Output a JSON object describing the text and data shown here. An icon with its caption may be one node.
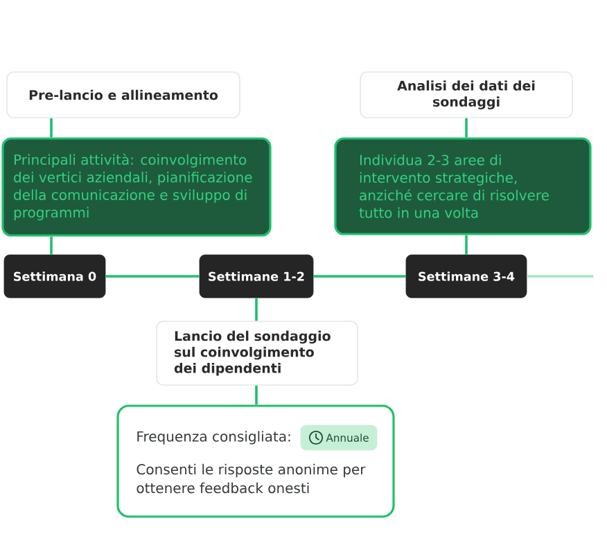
{
  "diagram": {
    "nodes": [
      {
        "text": [
          "Pre-lancio e allineamento"
        ]
      },
      {
        "text": [
          "Analisi dei dati dei sondaggi"
        ]
      },
      {
        "text": [
          "Principali attività: coinvolgimento dei vertici aziendali, pianificazione della comunicazione e sviluppo di programmi"
        ]
      },
      {
        "text": [
          "Individua 2-3 aree di intervento strategiche, anziché cercare di risolvere tutto in una volta"
        ]
      },
      {
        "text": [
          "Settimana 0"
        ]
      },
      {
        "text": [
          "Settimane 1-2"
        ]
      },
      {
        "text": [
          "Settimane 3-4"
        ]
      },
      {
        "text": [
          "Lancio del sondaggio sul coinvolgimento dei dipendenti"
        ]
      },
      {
        "text": [
          "Frequenza consigliata:",
          "Consenti le risposte anonime per ottenere feedback onesti"
        ]
      },
      {
        "text": [
          "Annuale"
        ],
        "in": 8
      }
    ],
    "edges": [
      {
        "from": 0,
        "to": 2,
        "arrow": "none"
      },
      {
        "from": 2,
        "to": 4,
        "arrow": "none"
      },
      {
        "from": 1,
        "to": 3,
        "arrow": "none"
      },
      {
        "from": 3,
        "to": 6,
        "arrow": "none"
      },
      {
        "from": 4,
        "to": 5,
        "arrow": "none"
      },
      {
        "from": 5,
        "to": 6,
        "arrow": "none"
      },
      {
        "from": 6,
        "to": null,
        "arrow": "none",
        "color": "#a3e7c3"
      },
      {
        "from": 5,
        "to": 7,
        "arrow": "none"
      },
      {
        "from": 7,
        "to": 8,
        "arrow": "none"
      }
    ]
  }
}
